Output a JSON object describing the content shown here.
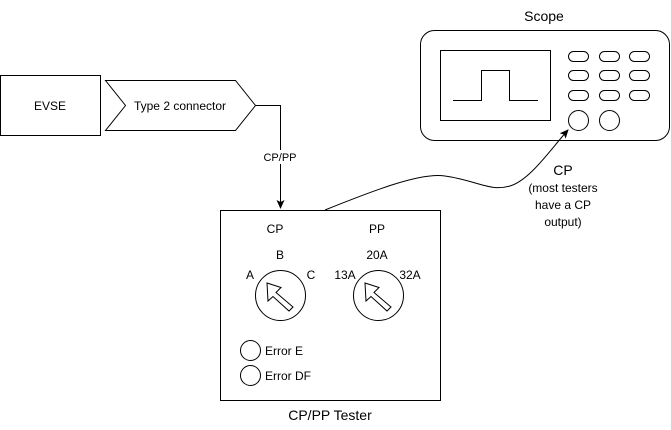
{
  "evse": {
    "label": "EVSE"
  },
  "connector": {
    "label": "Type 2 connector"
  },
  "link_cp_pp": {
    "label": "CP/PP"
  },
  "scope": {
    "title": "Scope"
  },
  "tester": {
    "title": "CP/PP Tester",
    "cp_knob": {
      "title": "CP",
      "top": "B",
      "left": "A",
      "right": "C"
    },
    "pp_knob": {
      "title": "PP",
      "top": "20A",
      "left": "13A",
      "right": "32A"
    },
    "indicators": [
      {
        "label": "Error E"
      },
      {
        "label": "Error DF"
      }
    ]
  },
  "cp_output_note": {
    "lines": [
      "CP",
      "(most testers",
      "have a CP",
      "output)"
    ]
  }
}
